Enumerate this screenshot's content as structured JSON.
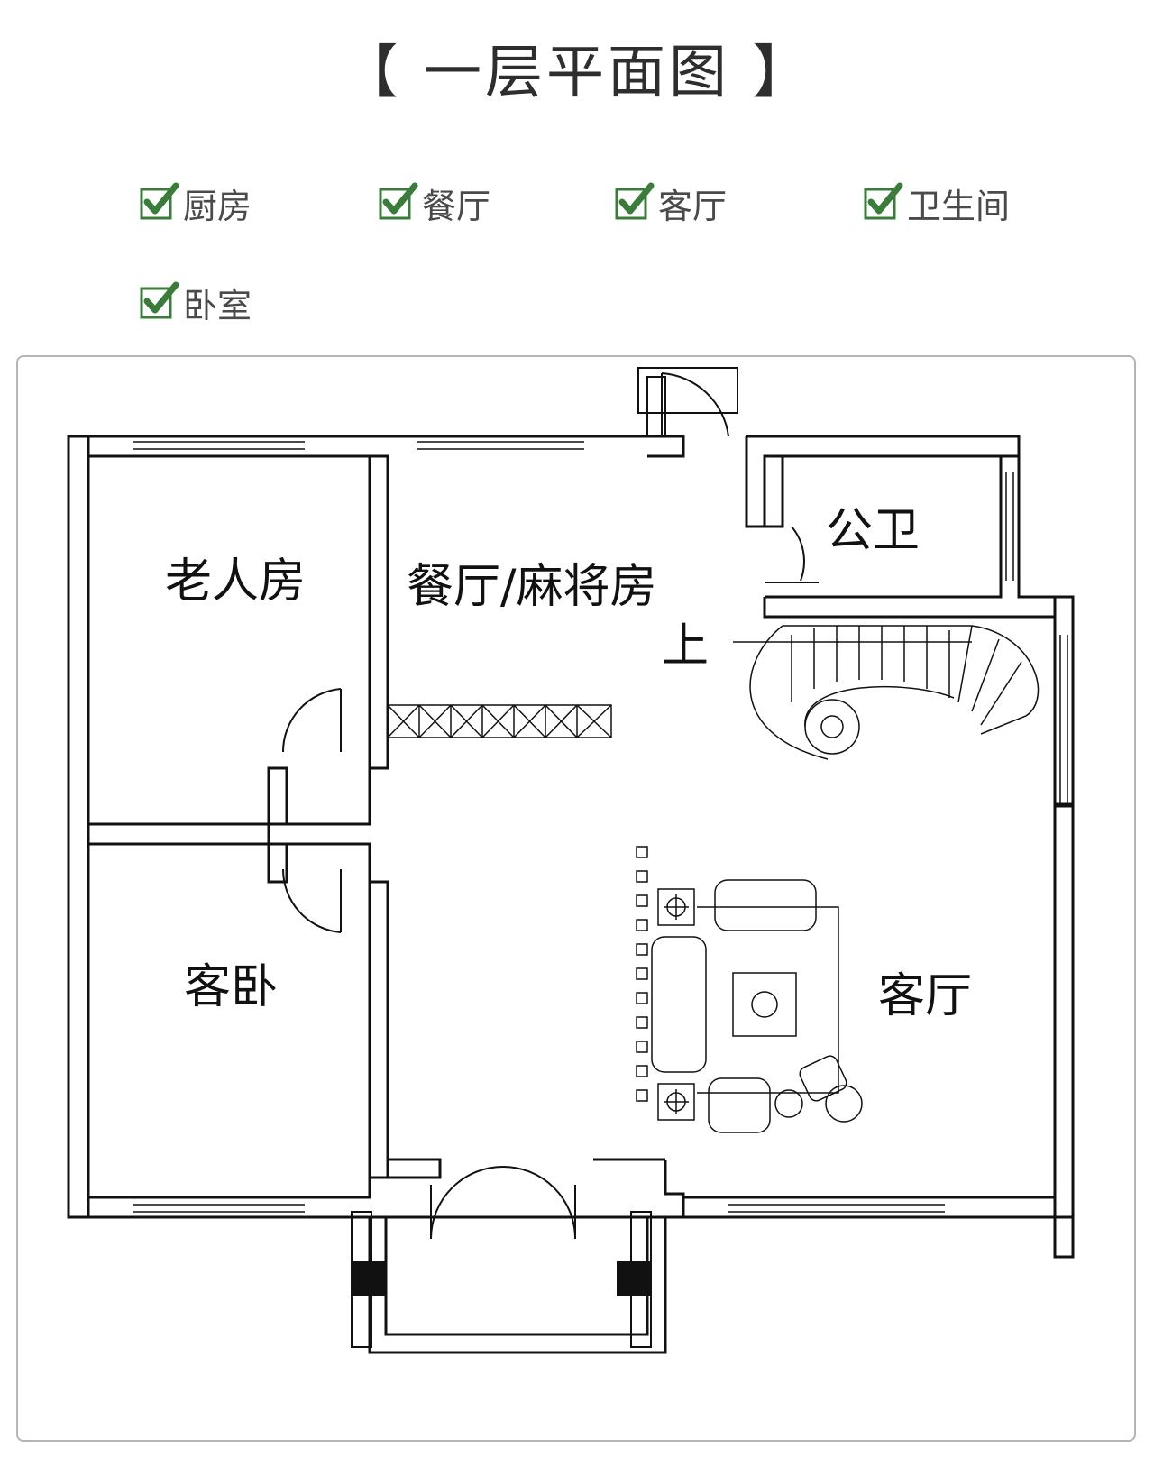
{
  "title": "【 一层平面图 】",
  "legend": {
    "check_color": "#3a7d3a",
    "items": [
      {
        "label": "厨房"
      },
      {
        "label": "餐厅"
      },
      {
        "label": "客厅"
      },
      {
        "label": "卫生间"
      },
      {
        "label": "卧室"
      }
    ]
  },
  "plan": {
    "rooms": {
      "elder_room": "老人房",
      "dining": "餐厅/麻将房",
      "public_wc": "公卫",
      "stairs_up": "上",
      "guest_bedroom": "客卧",
      "living_room": "客厅"
    }
  }
}
